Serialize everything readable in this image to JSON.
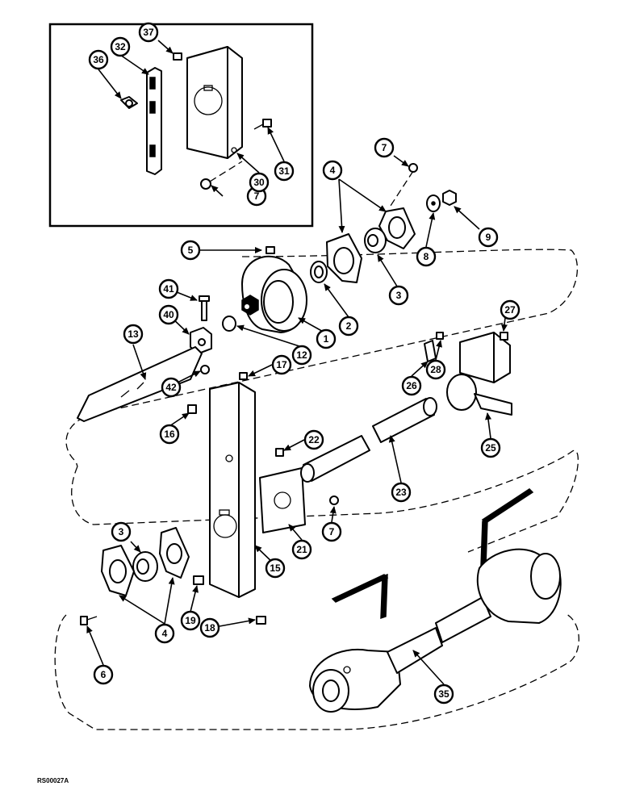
{
  "figure": {
    "reference_code": "RS00027A",
    "callouts": [
      "1",
      "2",
      "3",
      "3",
      "4",
      "4",
      "5",
      "6",
      "7",
      "7",
      "7",
      "8",
      "9",
      "12",
      "13",
      "15",
      "16",
      "17",
      "18",
      "19",
      "21",
      "22",
      "23",
      "25",
      "26",
      "27",
      "28",
      "30",
      "31",
      "32",
      "35",
      "36",
      "37",
      "40",
      "41",
      "42"
    ]
  }
}
